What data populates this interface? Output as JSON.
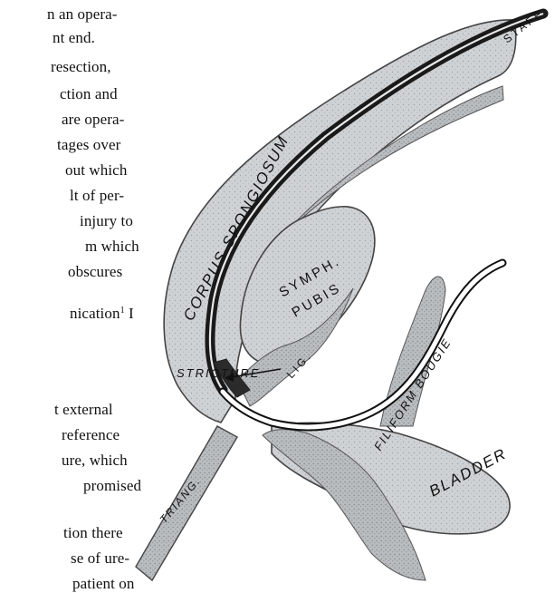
{
  "text_lines": [
    "n an opera-",
    "nt end.",
    "resection,",
    "ction  and",
    "are opera-",
    "tages over",
    "out  which",
    "lt  of  per-",
    "injury  to",
    "m  which",
    "obscures",
    "nication",
    "I",
    "t  external",
    "reference",
    "ure,  which",
    "promised",
    "tion  there",
    "se  of  ure-",
    "patient  on"
  ],
  "footnote_marker": "1",
  "figure": {
    "labels": {
      "corpus_spongiosum": "CORPUS SPONGIOSUM",
      "staff": "STAFF",
      "symph_pubis_1": "SYMPH.",
      "symph_pubis_2": "PUBIS",
      "stricture": "STRICTURE",
      "lig": "LIG.",
      "filiform_bougie": "FILIFORM BOUGIE",
      "bladder": "BLADDER",
      "triang": "TRIANG."
    }
  }
}
